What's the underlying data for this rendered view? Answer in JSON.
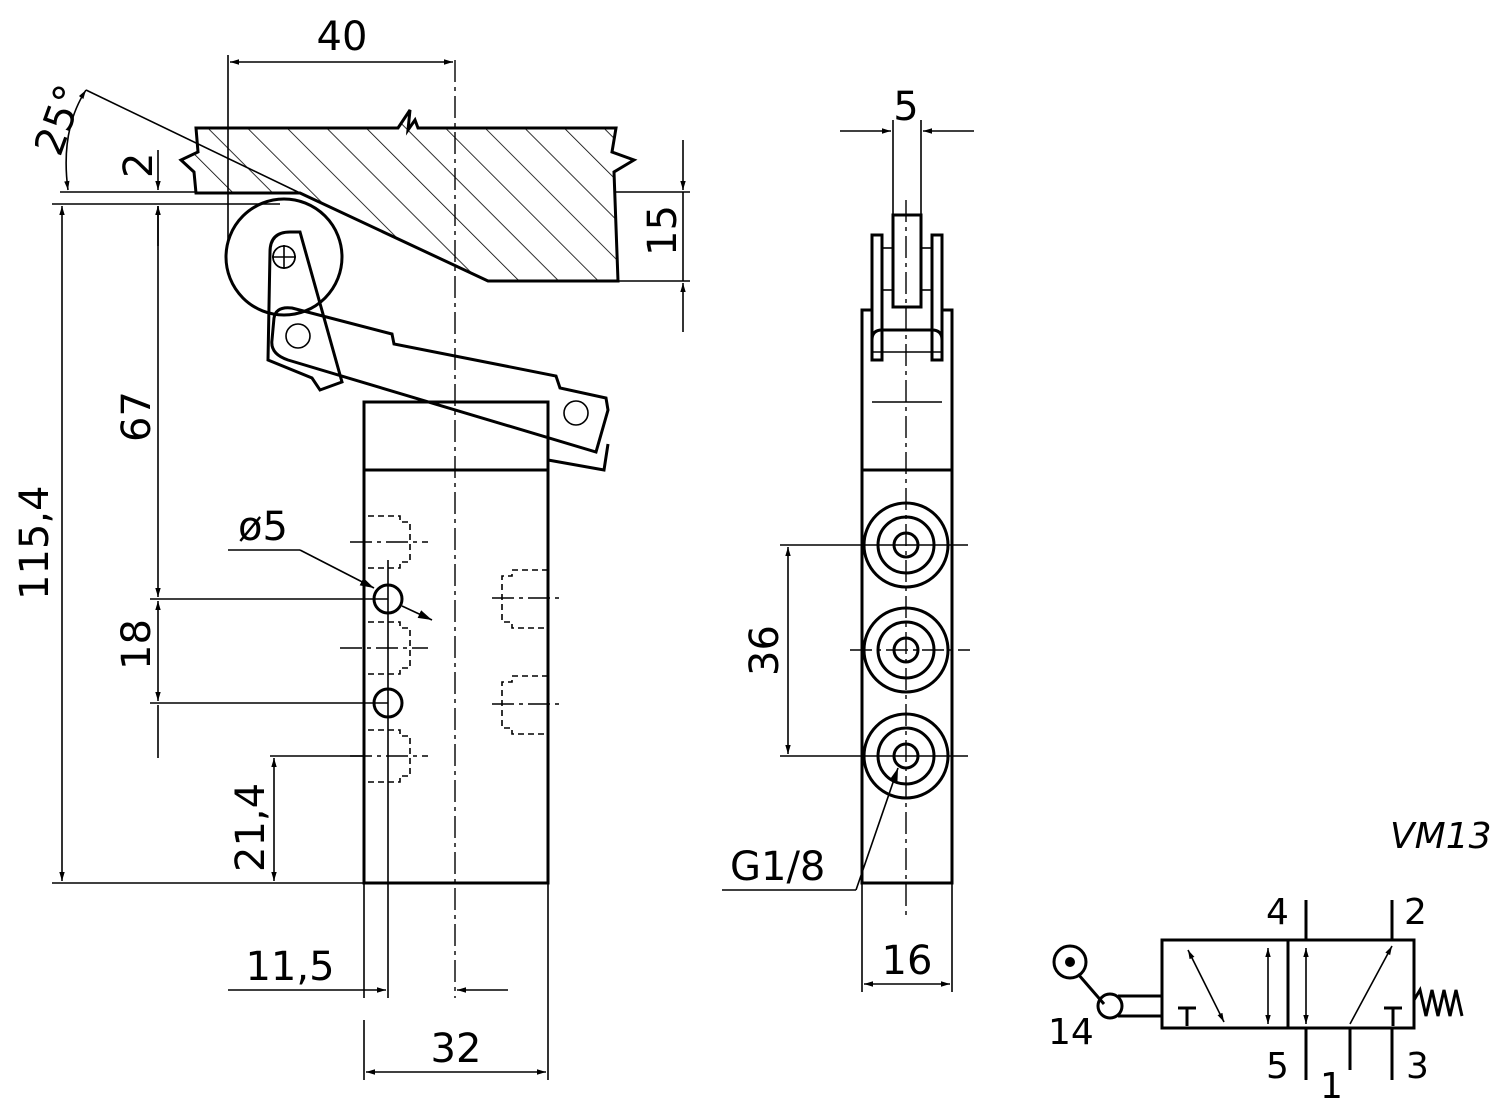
{
  "dimensions": {
    "width_40": "40",
    "angle_25": "25°",
    "gap_2": "2",
    "height_15": "15",
    "height_115_4": "115,4",
    "height_67": "67",
    "hole_dia": "ø5",
    "pitch_18": "18",
    "height_21_4": "21,4",
    "offset_11_5": "11,5",
    "width_32": "32",
    "width_5": "5",
    "pitch_36": "36",
    "thread_g18": "G1/8",
    "width_16": "16"
  },
  "symbol": {
    "model": "VM13",
    "ports": {
      "p1": "1",
      "p2": "2",
      "p3": "3",
      "p4": "4",
      "p5": "5",
      "p14": "14"
    }
  }
}
